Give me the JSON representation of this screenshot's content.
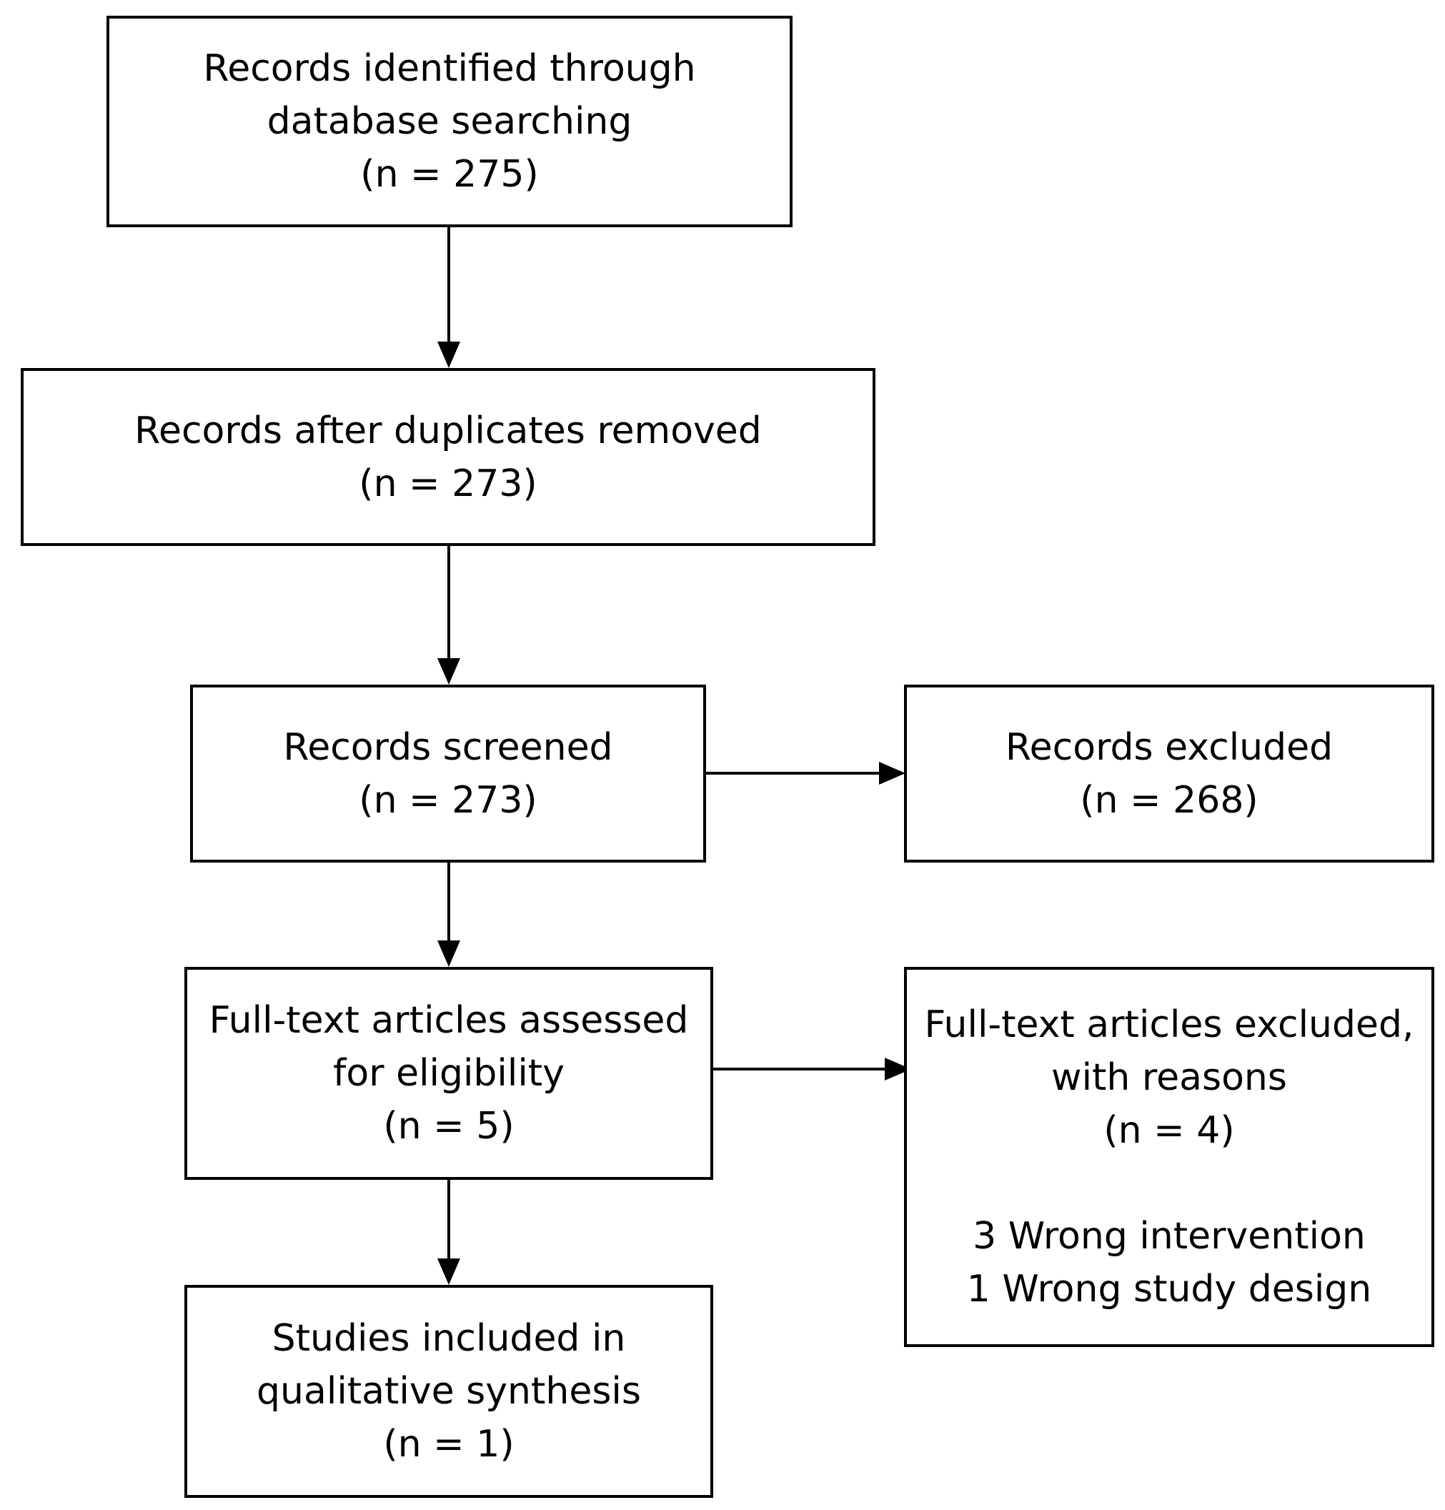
{
  "boxes": {
    "identified": {
      "lines": [
        "Records identified through",
        "database searching",
        "(n = 275)"
      ]
    },
    "duplicates_removed": {
      "lines": [
        "Records after duplicates removed",
        "(n = 273)"
      ]
    },
    "screened": {
      "lines": [
        "Records screened",
        "(n = 273)"
      ]
    },
    "excluded": {
      "lines": [
        "Records excluded",
        "(n = 268)"
      ]
    },
    "fulltext_assessed": {
      "lines": [
        "Full-text articles assessed",
        "for eligibility",
        "(n = 5)"
      ]
    },
    "fulltext_excluded": {
      "lines": [
        "Full-text articles excluded,",
        "with reasons",
        "(n = 4)"
      ],
      "reasons": [
        "3 Wrong intervention",
        "1 Wrong study design"
      ]
    },
    "included": {
      "lines": [
        "Studies included in",
        "qualitative synthesis",
        "(n = 1)"
      ]
    }
  }
}
